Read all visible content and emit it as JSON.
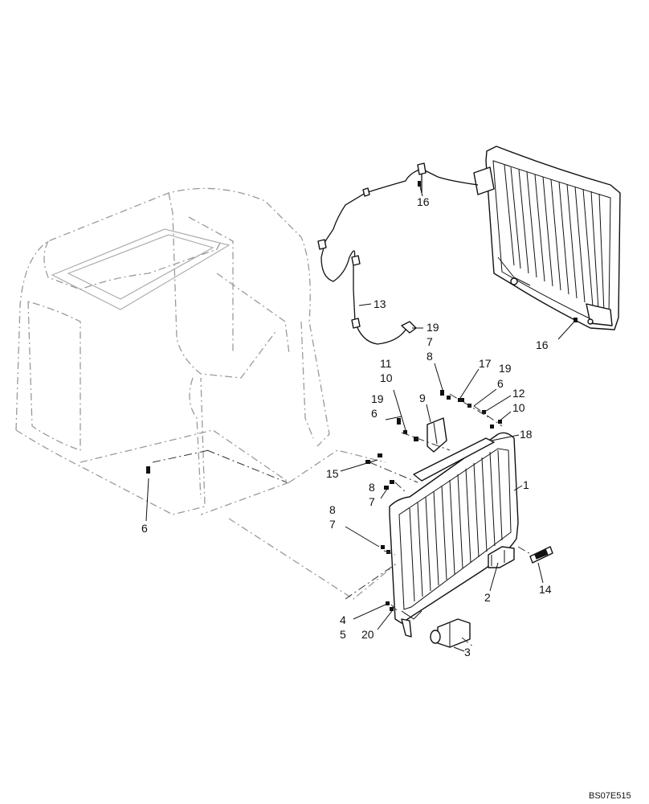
{
  "callouts": {
    "c1": "1",
    "c2": "2",
    "c3": "3",
    "c4": "4",
    "c5": "5",
    "c6_left": "6",
    "c6_mid": "6",
    "c6_right": "6",
    "c7_top": "7",
    "c7_mid": "7",
    "c7_low": "7",
    "c8_top": "8",
    "c8_mid": "8",
    "c8_low": "8",
    "c9": "9",
    "c10_left": "10",
    "c10_right": "10",
    "c11": "11",
    "c12": "12",
    "c13": "13",
    "c14": "14",
    "c15": "15",
    "c16_top": "16",
    "c16_right": "16",
    "c17": "17",
    "c18": "18",
    "c19_top": "19",
    "c19_left": "19",
    "c19_right": "19",
    "c20": "20"
  },
  "reference_code": "BS07E515"
}
